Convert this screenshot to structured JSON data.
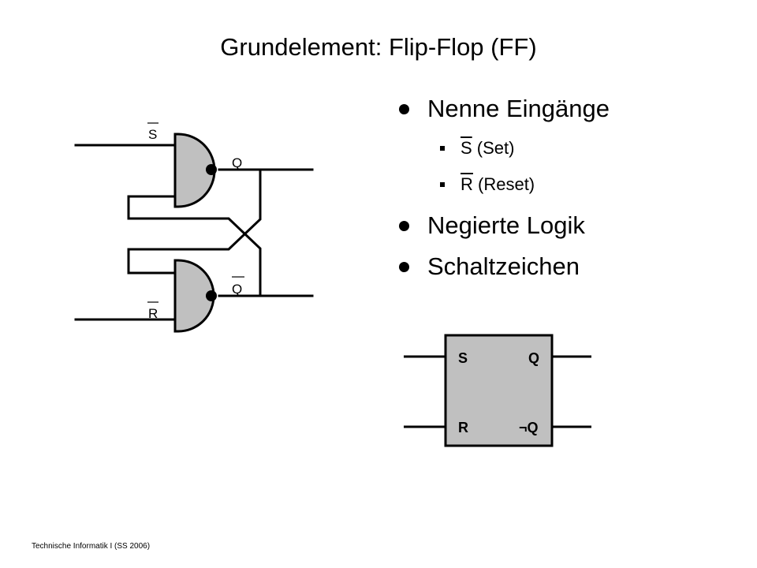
{
  "title": "Grundelement: Flip-Flop (FF)",
  "bullets": [
    {
      "text": "Nenne Eingänge",
      "sub": [
        {
          "symbol": "S",
          "rest": " (Set)"
        },
        {
          "symbol": "R",
          "rest": " (Reset)"
        }
      ]
    },
    {
      "text": "Negierte Logik"
    },
    {
      "text": "Schaltzeichen"
    }
  ],
  "circuit": {
    "input_top": "S",
    "input_bottom": "R",
    "output_top": "Q",
    "output_bottom": "Q"
  },
  "symbol": {
    "s": "S",
    "q": "Q",
    "r": "R",
    "nq": "¬Q"
  },
  "colors": {
    "gate_fill": "#c0c0c0",
    "line": "#000000",
    "background": "#ffffff"
  },
  "footer": "Technische Informatik I (SS 2006)"
}
